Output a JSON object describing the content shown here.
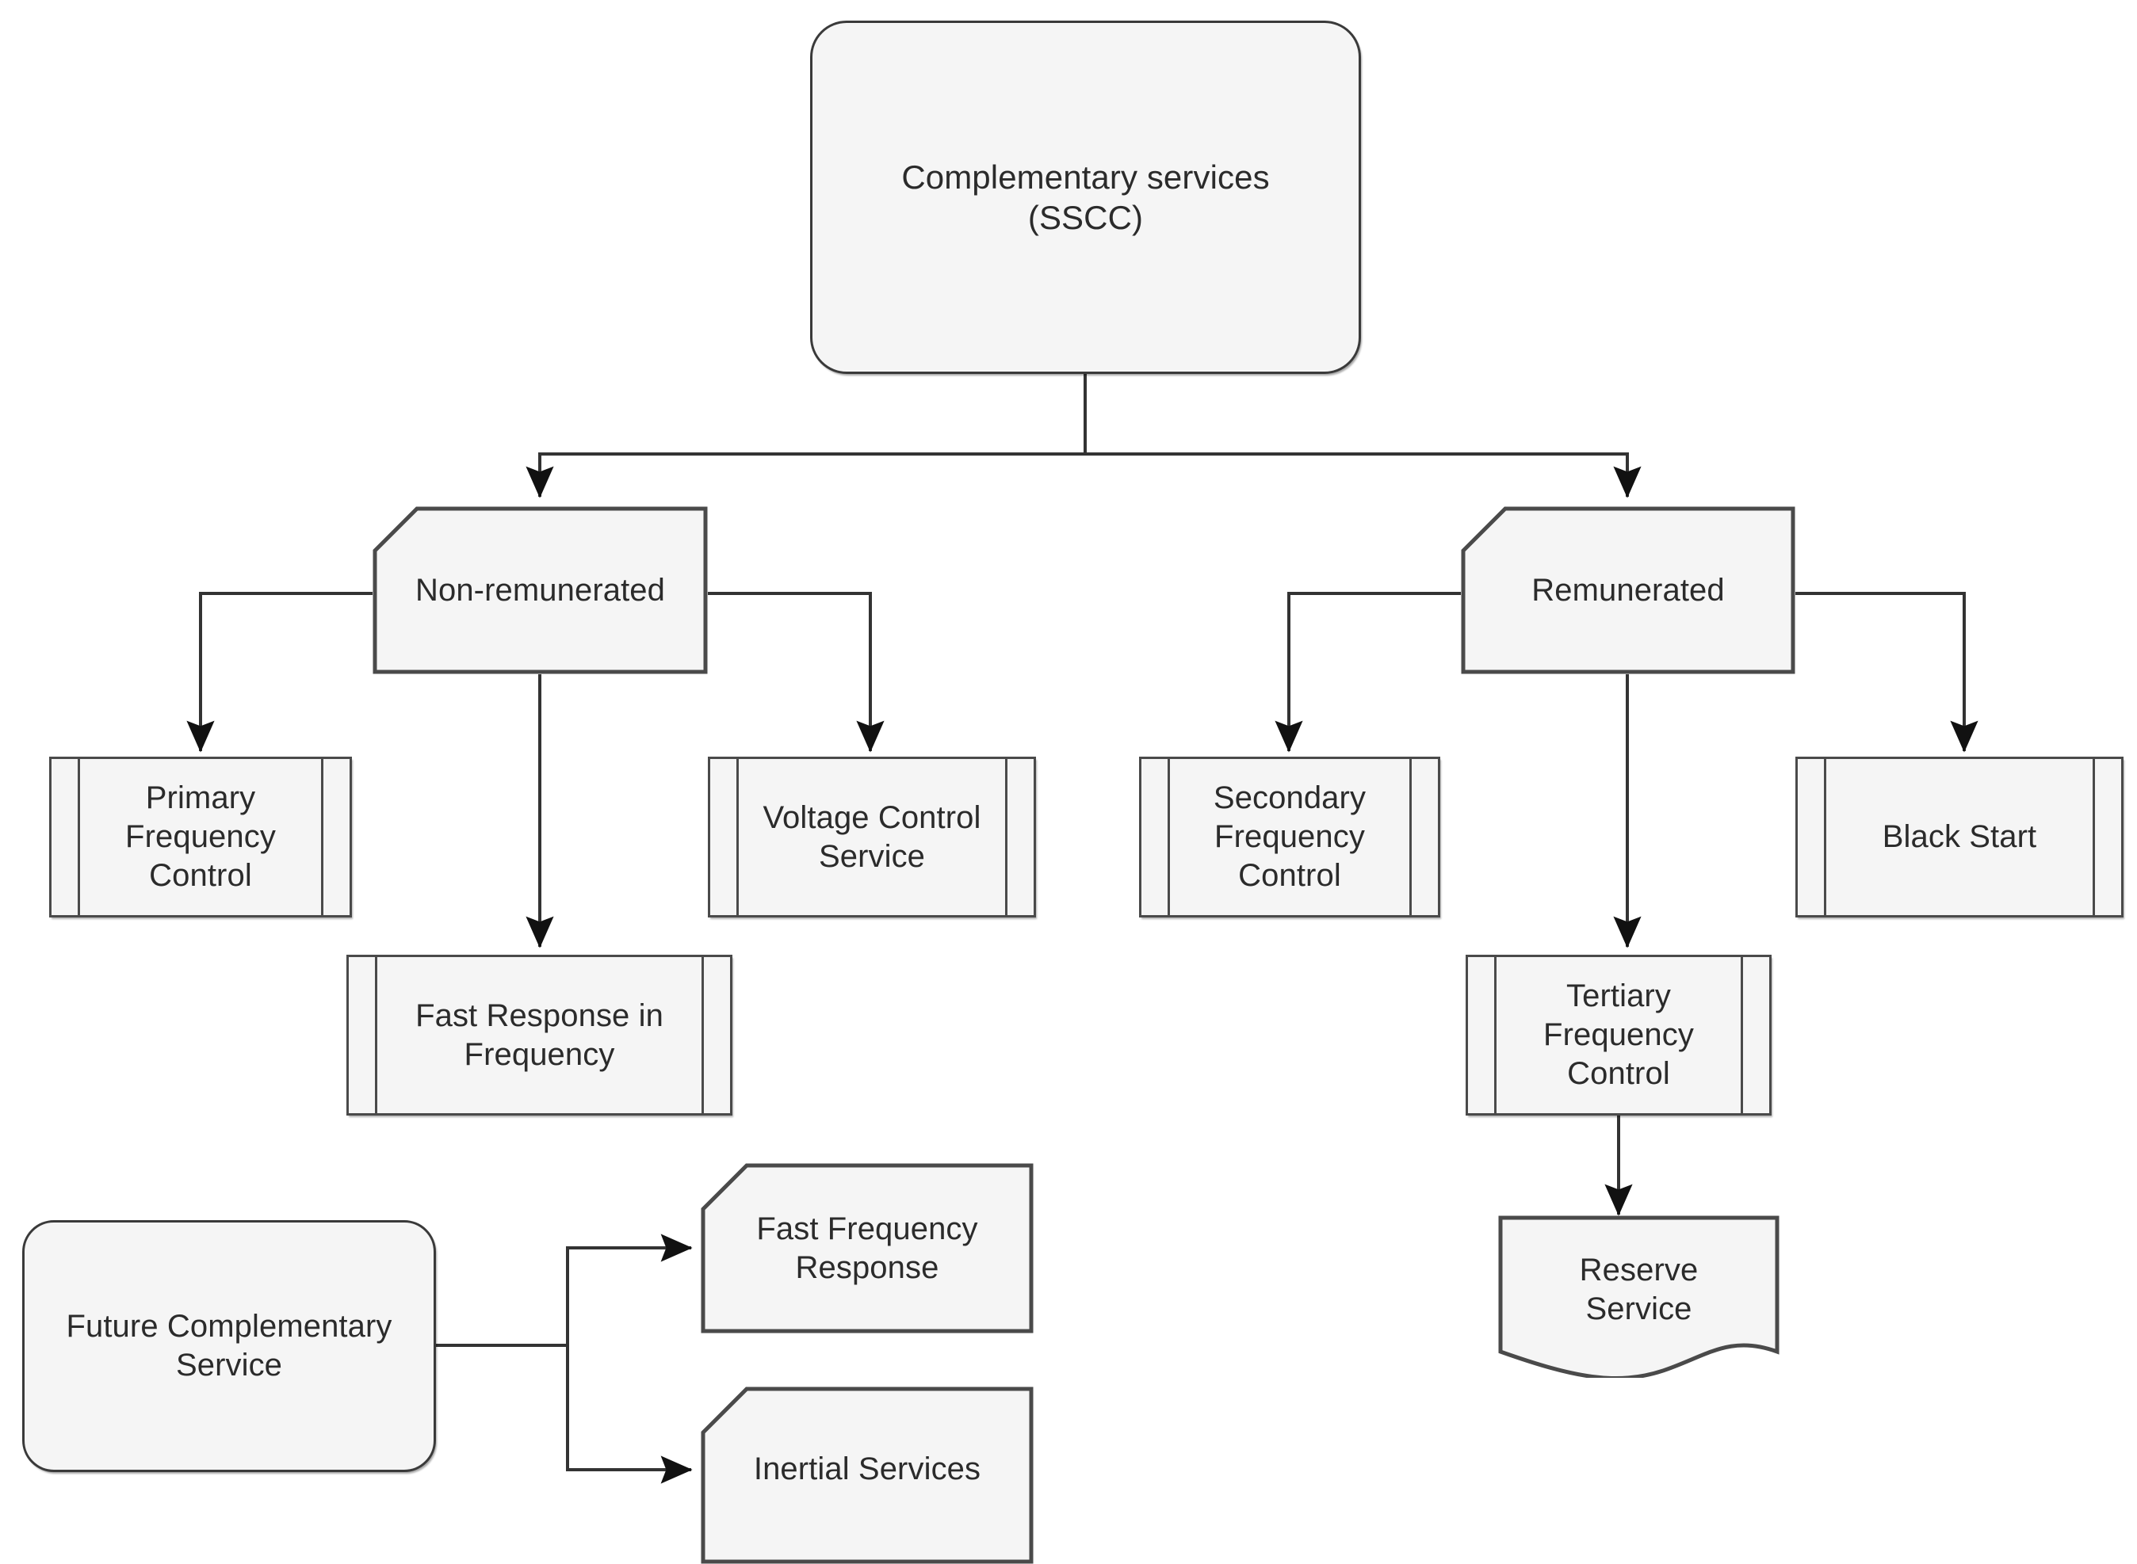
{
  "diagram": {
    "title": "Complementary services (SSCC) classification",
    "background": "#ffffff",
    "node_fill": "#f5f5f5",
    "node_stroke": "#4a4a4a",
    "edge_stroke": "#333333",
    "text_color": "#2b2b2b"
  },
  "nodes": {
    "root": {
      "label": "Complementary services\n(SSCC)",
      "shape": "rounded-rectangle"
    },
    "non_remunerated": {
      "label": "Non-remunerated",
      "shape": "cut-corner"
    },
    "remunerated": {
      "label": "Remunerated",
      "shape": "cut-corner"
    },
    "primary_frequency_control": {
      "label": "Primary\nFrequency\nControl",
      "shape": "predefined-process"
    },
    "fast_response_in_frequency": {
      "label": "Fast Response in\nFrequency",
      "shape": "predefined-process"
    },
    "voltage_control_service": {
      "label": "Voltage Control\nService",
      "shape": "predefined-process"
    },
    "secondary_frequency_control": {
      "label": "Secondary\nFrequency\nControl",
      "shape": "predefined-process"
    },
    "tertiary_frequency_control": {
      "label": "Tertiary\nFrequency\nControl",
      "shape": "predefined-process"
    },
    "black_start": {
      "label": "Black Start",
      "shape": "predefined-process"
    },
    "reserve_service": {
      "label": "Reserve\nService",
      "shape": "document"
    },
    "future_complementary_service": {
      "label": "Future Complementary\nService",
      "shape": "rounded-rectangle"
    },
    "fast_frequency_response": {
      "label": "Fast Frequency\nResponse",
      "shape": "cut-corner"
    },
    "inertial_services": {
      "label": "Inertial Services",
      "shape": "cut-corner"
    }
  },
  "edges": [
    {
      "from": "root",
      "to": "non_remunerated",
      "arrow": true
    },
    {
      "from": "root",
      "to": "remunerated",
      "arrow": true
    },
    {
      "from": "non_remunerated",
      "to": "primary_frequency_control",
      "arrow": true
    },
    {
      "from": "non_remunerated",
      "to": "fast_response_in_frequency",
      "arrow": true
    },
    {
      "from": "non_remunerated",
      "to": "voltage_control_service",
      "arrow": true
    },
    {
      "from": "remunerated",
      "to": "secondary_frequency_control",
      "arrow": true
    },
    {
      "from": "remunerated",
      "to": "tertiary_frequency_control",
      "arrow": true
    },
    {
      "from": "remunerated",
      "to": "black_start",
      "arrow": true
    },
    {
      "from": "tertiary_frequency_control",
      "to": "reserve_service",
      "arrow": true
    },
    {
      "from": "future_complementary_service",
      "to": "fast_frequency_response",
      "arrow": true
    },
    {
      "from": "future_complementary_service",
      "to": "inertial_services",
      "arrow": true
    }
  ]
}
